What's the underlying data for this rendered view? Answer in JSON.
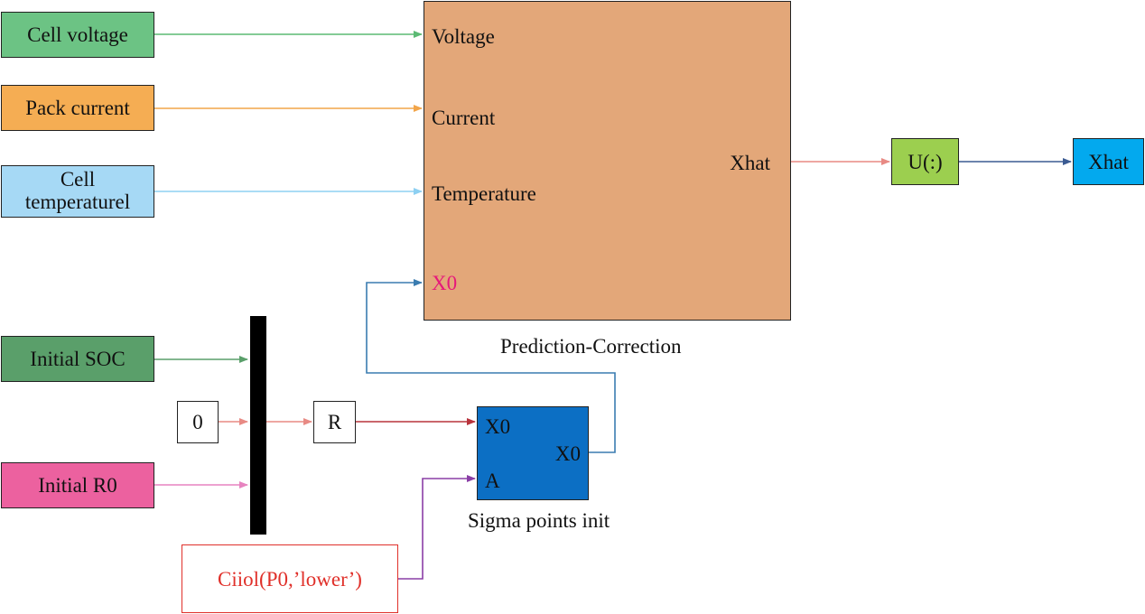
{
  "inputs": {
    "cell_voltage": "Cell voltage",
    "pack_current": "Pack current",
    "cell_temperature": "Cell temperaturel",
    "initial_soc": "Initial SOC",
    "initial_r0": "Initial R0",
    "zero_constant": "0",
    "cholesky": "Ciiol(P0,’lower’)"
  },
  "prediction_block": {
    "caption": "Prediction-Correction",
    "ports": {
      "voltage": "Voltage",
      "current": "Current",
      "temperature": "Temperature",
      "x0": "X0",
      "xhat_out": "Xhat"
    }
  },
  "reshape_block": "R",
  "sigma_block": {
    "caption": "Sigma points init",
    "ports": {
      "x0_in": "X0",
      "a_in": "A",
      "x0_out": "X0"
    }
  },
  "unroll_block": "U(:)",
  "output_block": "Xhat",
  "colors": {
    "voltage_green": "#6cc384",
    "current_orange": "#f5ad53",
    "temperature_blue": "#a6d9f5",
    "soc_green": "#5a9f6a",
    "r0_pink": "#ec619f",
    "prediction_tan": "#e3a779",
    "sigma_blue": "#0c6fc4",
    "unroll_green": "#9ccf4f",
    "xhat_cyan": "#03a9ee",
    "x0_magenta": "#e6187a",
    "cholesky_red": "#e0302a"
  }
}
